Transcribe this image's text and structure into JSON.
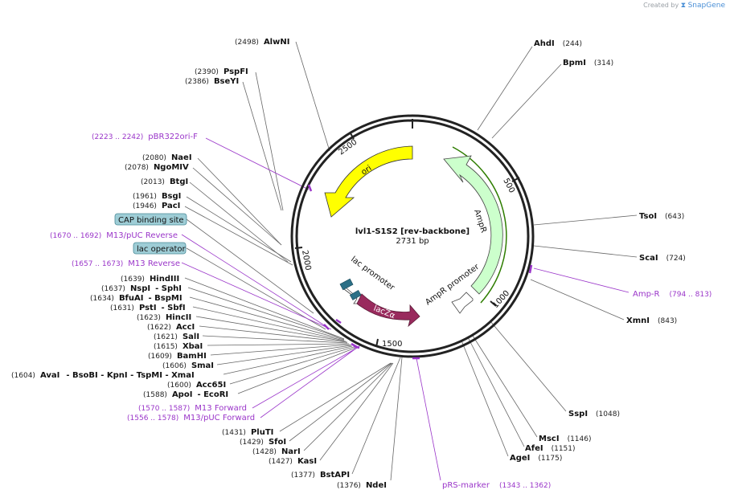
{
  "branding": {
    "created_by": "Created by",
    "product": "SnapGene"
  },
  "plasmid": {
    "name": "lvl1-S1S2 [rev-backbone]",
    "length_label": "2731 bp",
    "length_bp": 2731
  },
  "ticks": [
    {
      "label": "500"
    },
    {
      "label": "1000"
    },
    {
      "label": "1500"
    },
    {
      "label": "2000"
    },
    {
      "label": "2500"
    }
  ],
  "features": {
    "ori": {
      "label": "ori"
    },
    "ampr": {
      "label": "AmpR"
    },
    "ampr_promoter": {
      "label": "AmpR promoter"
    },
    "lac_promoter": {
      "label": "lac promoter"
    },
    "lacz": {
      "label": "lacZα"
    }
  },
  "left_sites": [
    {
      "pos": "(2498)",
      "name": "AlwNI"
    },
    {
      "pos": "(2390)",
      "name": "PspFI"
    },
    {
      "pos": "(2386)",
      "name": "BseYI"
    },
    {
      "pos": "(2223 .. 2242)",
      "name": "pBR322ori-F",
      "type": "primer"
    },
    {
      "pos": "(2080)",
      "name": "NaeI"
    },
    {
      "pos": "(2078)",
      "name": "NgoMIV"
    },
    {
      "pos": "(2013)",
      "name": "BtgI"
    },
    {
      "pos": "(1961)",
      "name": "BsgI"
    },
    {
      "pos": "(1946)",
      "name": "PacI"
    },
    {
      "name": "CAP binding site",
      "type": "box"
    },
    {
      "pos": "(1670 .. 1692)",
      "name": "M13/pUC Reverse",
      "type": "primer"
    },
    {
      "name": "lac operator",
      "type": "box"
    },
    {
      "pos": "(1657 .. 1673)",
      "name": "M13 Reverse",
      "type": "primer"
    },
    {
      "pos": "(1639)",
      "name": "HindIII"
    },
    {
      "pos": "(1637)",
      "name": "NspI",
      "extra": "- SphI"
    },
    {
      "pos": "(1634)",
      "name": "BfuAI",
      "extra": "- BspMI"
    },
    {
      "pos": "(1631)",
      "name": "PstI",
      "extra": "- SbfI"
    },
    {
      "pos": "(1623)",
      "name": "HincII"
    },
    {
      "pos": "(1622)",
      "name": "AccI"
    },
    {
      "pos": "(1621)",
      "name": "SalI"
    },
    {
      "pos": "(1615)",
      "name": "XbaI"
    },
    {
      "pos": "(1609)",
      "name": "BamHI"
    },
    {
      "pos": "(1606)",
      "name": "SmaI"
    },
    {
      "pos": "(1604)",
      "name": "AvaI",
      "extra": "- BsoBI - KpnI - TspMI - XmaI"
    },
    {
      "pos": "(1600)",
      "name": "Acc65I"
    },
    {
      "pos": "(1588)",
      "name": "ApoI",
      "extra": "- EcoRI"
    },
    {
      "pos": "(1570 .. 1587)",
      "name": "M13 Forward",
      "type": "primer"
    },
    {
      "pos": "(1556 .. 1578)",
      "name": "M13/pUC Forward",
      "type": "primer"
    },
    {
      "pos": "(1431)",
      "name": "PluTI"
    },
    {
      "pos": "(1429)",
      "name": "SfoI"
    },
    {
      "pos": "(1428)",
      "name": "NarI"
    },
    {
      "pos": "(1427)",
      "name": "KasI"
    },
    {
      "pos": "(1377)",
      "name": "BstAPI"
    },
    {
      "pos": "(1376)",
      "name": "NdeI"
    }
  ],
  "right_sites": [
    {
      "pos": "(244)",
      "name": "AhdI"
    },
    {
      "pos": "(314)",
      "name": "BpmI"
    },
    {
      "pos": "(643)",
      "name": "TsoI"
    },
    {
      "pos": "(724)",
      "name": "ScaI"
    },
    {
      "pos": "(794 .. 813)",
      "name": "Amp-R",
      "type": "primer"
    },
    {
      "pos": "(843)",
      "name": "XmnI"
    },
    {
      "pos": "(1048)",
      "name": "SspI"
    },
    {
      "pos": "(1146)",
      "name": "MscI"
    },
    {
      "pos": "(1151)",
      "name": "AfeI"
    },
    {
      "pos": "(1175)",
      "name": "AgeI"
    },
    {
      "pos": "(1343 .. 1362)",
      "name": "pRS-marker",
      "type": "primer"
    }
  ],
  "colors": {
    "backbone": "#222222",
    "ori": "#ffff00",
    "ampr": "#ccffcc",
    "lacz": "#992a5d",
    "lac_promoter_arrow": "#ffffff",
    "lac_operator": "#2b6f86",
    "primer": "#9a35c9",
    "box_fill": "#9ecdd6"
  }
}
